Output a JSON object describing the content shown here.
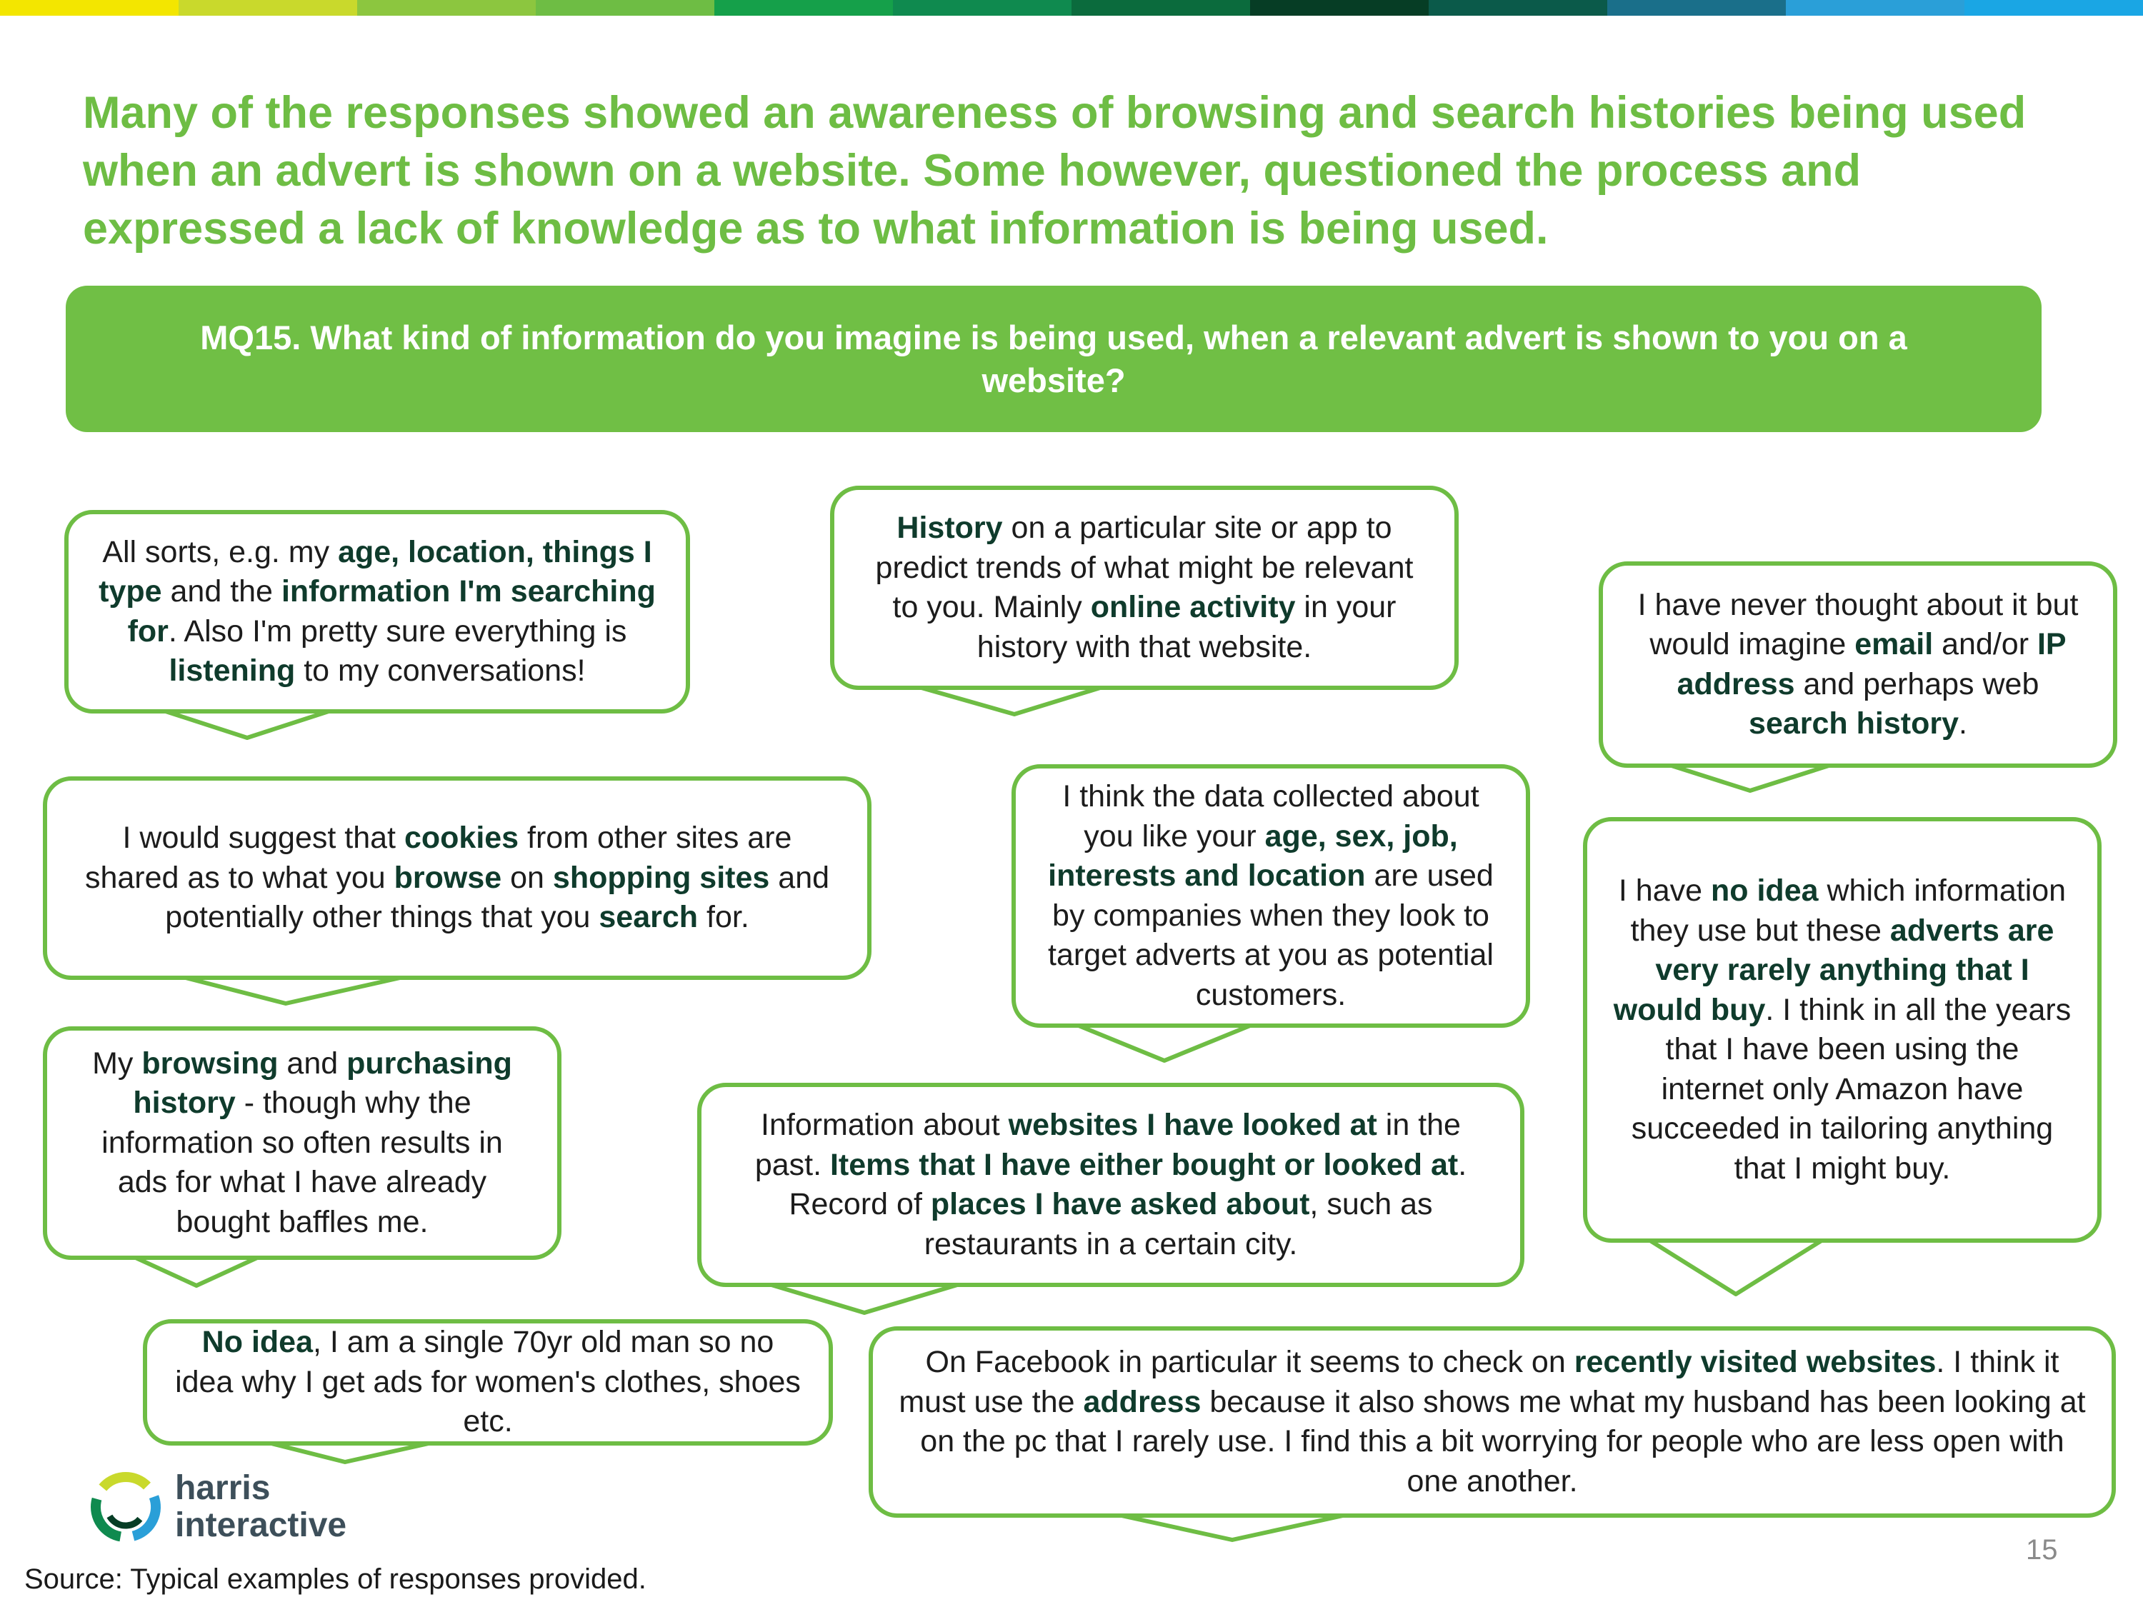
{
  "header": {
    "stripe_colors": [
      "#f3e600",
      "#c9d92c",
      "#8cc63f",
      "#6ebd44",
      "#15a04a",
      "#0f8a4f",
      "#0b6b3d",
      "#063d25",
      "#0b5a4a",
      "#1a6f8a",
      "#2a9fd8",
      "#1aa6e4"
    ],
    "title": "Many of the responses showed an awareness of browsing and search histories being used when an advert is shown on a website. Some however, questioned the process and expressed a lack of knowledge as to what information is being used."
  },
  "question": {
    "text": "MQ15. What kind of information do you imagine is being used, when a relevant advert is shown to you on a website?"
  },
  "bubbles": {
    "b1": [
      "All sorts, e.g. my ",
      "age, location, things I type",
      " and the ",
      "information I'm searching for",
      ". Also I'm pretty sure everything is ",
      "listening",
      " to my conversations!"
    ],
    "b2": [
      "History",
      " on a particular site or app to predict trends of what might be relevant to you. Mainly ",
      "online activity",
      " in your history with that website."
    ],
    "b3": [
      "I have never thought about it but would imagine ",
      "email",
      " and/or ",
      "IP address",
      " and perhaps web ",
      "search history",
      "."
    ],
    "b4": [
      "I would suggest that ",
      "cookies",
      " from other sites are shared as to what you ",
      "browse",
      " on ",
      "shopping sites",
      " and potentially other things that you ",
      "search",
      " for."
    ],
    "b5": [
      "I think the data collected about you like your ",
      "age, sex, job, interests and location",
      " are used by companies when they look to target adverts at you as potential customers."
    ],
    "b6": [
      "I have ",
      "no idea",
      " which information they use but these ",
      "adverts are very rarely anything that I would buy",
      ". I think in all the years that I have been using the internet only Amazon have succeeded in tailoring anything that I might buy."
    ],
    "b7": [
      "My ",
      "browsing",
      " and ",
      "purchasing history",
      " - though why the information so often results in ads for what I have already bought baffles me."
    ],
    "b8": [
      "Information about ",
      "websites I have looked at",
      " in the past. ",
      "Items that I have either bought or looked at",
      ". Record of ",
      "places I have asked about",
      ", such as restaurants in a certain city."
    ],
    "b9": [
      "No idea",
      ", I am a single 70yr old man so no idea why I get ads for women's clothes, shoes etc."
    ],
    "b10": [
      "On Facebook in particular it seems to check on ",
      "recently visited websites",
      ".  I think it must use the ",
      "address",
      " because it also shows me what my husband has been looking at on the pc that I rarely use.  I find this a bit worrying for people who are less open with one another."
    ]
  },
  "brand": {
    "logo_line1": "harris",
    "logo_line2": "interactive",
    "accent": "#6ebd44",
    "question_fill": "#70bf45"
  },
  "footer": {
    "source": "Source: Typical examples of responses provided.",
    "page_number": "15"
  }
}
